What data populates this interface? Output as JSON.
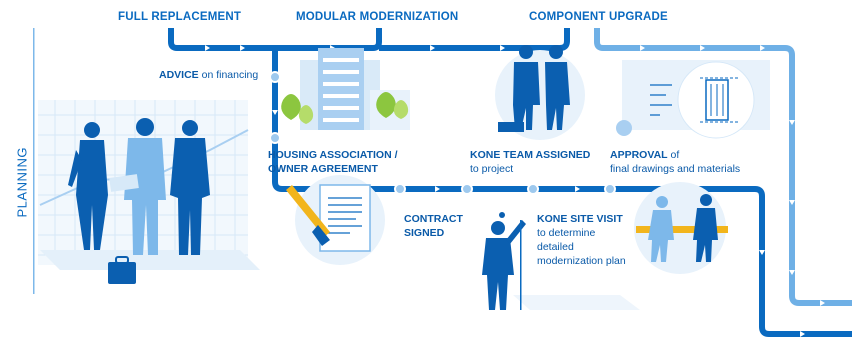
{
  "headers": {
    "full_replacement": "FULL REPLACEMENT",
    "modular_modernization": "MODULAR MODERNIZATION",
    "component_upgrade": "COMPONENT UPGRADE"
  },
  "side_label": "PLANNING",
  "steps": {
    "advice": {
      "bold": "ADVICE",
      "rest": " on financing"
    },
    "housing": {
      "line1": "HOUSING ASSOCIATION /",
      "line2": "OWNER AGREEMENT"
    },
    "contract": {
      "line1": "CONTRACT",
      "line2": "SIGNED"
    },
    "kone_team": {
      "bold": "KONE TEAM ASSIGNED",
      "line2": "to project"
    },
    "kone_site": {
      "bold": "KONE SITE VISIT",
      "line2": "to determine",
      "line3": "detailed",
      "line4": "modernization plan"
    },
    "approval": {
      "bold": "APPROVAL",
      "rest": " of",
      "line2": "final drawings and materials"
    }
  },
  "colors": {
    "track_dark": "#0a6ac0",
    "track_light": "#6fb0e6",
    "text": "#0a5aa8",
    "figure_dark": "#0b5fb0",
    "figure_light": "#7db8ea",
    "accent_yellow": "#f2b51c",
    "tree_green": "#8cc63f"
  },
  "icons": [
    "arrow-icon",
    "briefcase-icon",
    "document-icon",
    "pen-icon",
    "blueprint-icon",
    "building-icon"
  ]
}
